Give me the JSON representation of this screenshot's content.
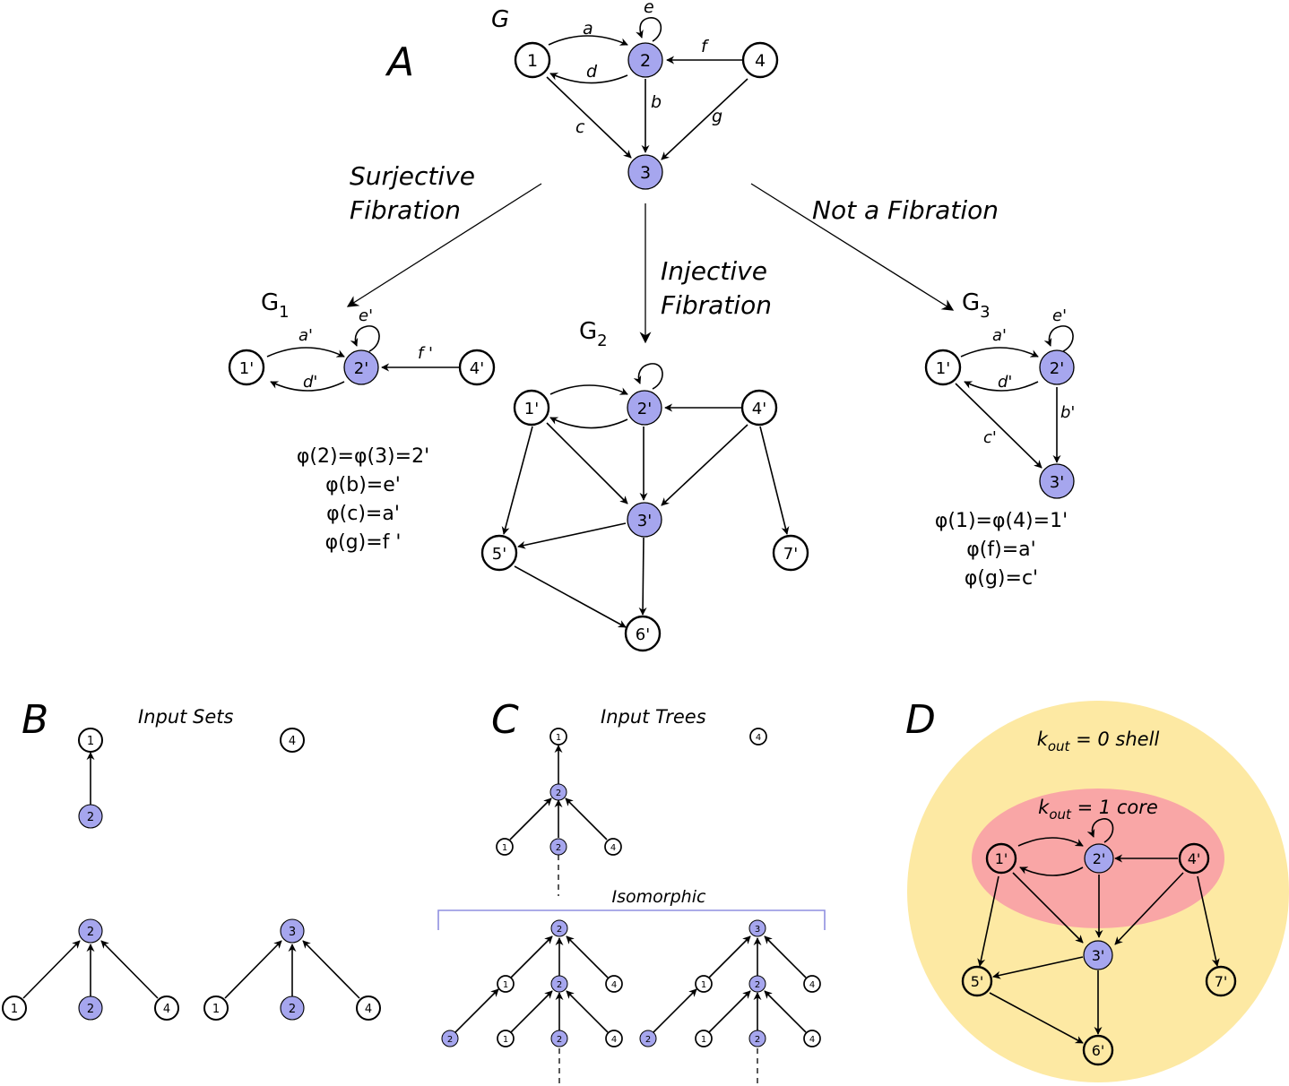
{
  "colors": {
    "node_blue": "#a6a6ee",
    "node_white": "#ffffff",
    "shell_yellow": "#fde9a3",
    "core_red": "#f9a6a6",
    "bracket_blue": "#8f8fe0"
  },
  "panel_labels": {
    "A": "A",
    "B": "B",
    "C": "C",
    "D": "D"
  },
  "graph_labels": {
    "G": "G",
    "G1": "G",
    "G1_sub": "1",
    "G2": "G",
    "G2_sub": "2",
    "G3": "G",
    "G3_sub": "3"
  },
  "mappings": {
    "surjective_1": "Surjective",
    "surjective_2": "Fibration",
    "injective_1": "Injective",
    "injective_2": "Fibration",
    "not_fibration": "Not a Fibration"
  },
  "phi_G1": [
    "φ(2)=φ(3)=2'",
    "φ(b)=e'",
    "φ(c)=a'",
    "φ(g)=f '"
  ],
  "phi_G3": [
    "φ(1)=φ(4)=1'",
    "φ(f)=a'",
    "φ(g)=c'"
  ],
  "sections": {
    "input_sets": "Input Sets",
    "input_trees": "Input Trees",
    "isomorphic": "Isomorphic"
  },
  "core_shell": {
    "shell_k": "k",
    "shell_sub": "out",
    "shell_rest": " = 0 shell",
    "core_k": "k",
    "core_sub": "out",
    "core_rest": " = 1 core"
  }
}
